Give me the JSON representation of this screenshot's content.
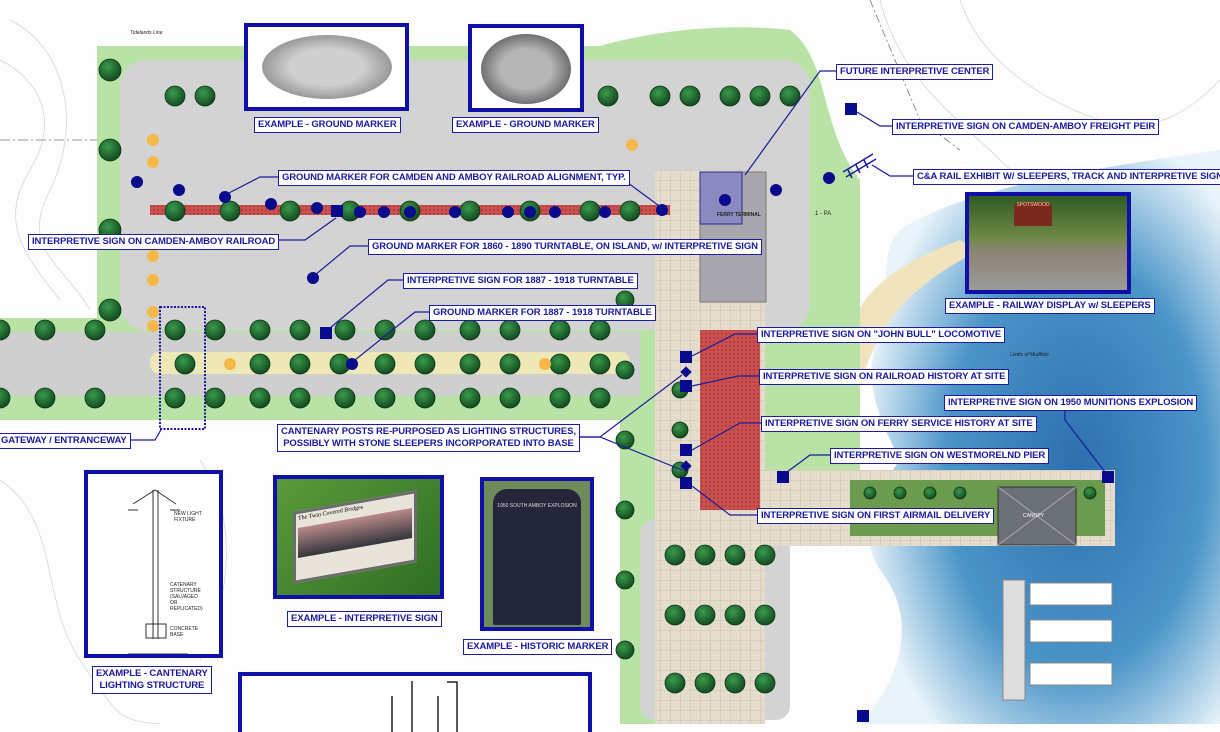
{
  "labels": {
    "ground_marker_example_1": "EXAMPLE - GROUND MARKER",
    "ground_marker_example_2": "EXAMPLE - GROUND MARKER",
    "camden_amboy_alignment": "GROUND MARKER FOR CAMDEN AND AMBOY RAILROAD ALIGNMENT, TYP.",
    "sign_camden_amboy_railroad": "INTERPRETIVE SIGN ON CAMDEN-AMBOY RAILROAD",
    "marker_1860_turntable": "GROUND MARKER FOR 1860 - 1890 TURNTABLE, ON ISLAND, w/ INTERPRETIVE SIGN",
    "sign_1887_turntable": "INTERPRETIVE SIGN FOR 1887 - 1918 TURNTABLE",
    "marker_1887_turntable": "GROUND MARKER FOR 1887 - 1918 TURNTABLE",
    "gateway": "GATEWAY / ENTRANCEWAY",
    "cantenary_posts_line1": "CANTENARY POSTS RE-PURPOSED AS LIGHTING STRUCTURES,",
    "cantenary_posts_line2": "POSSIBLY WITH STONE SLEEPERS INCORPORATED INTO BASE",
    "future_center": "FUTURE INTERPRETIVE CENTER",
    "freight_peir": "INTERPRETIVE SIGN ON CAMDEN-AMBOY FREIGHT PEIR",
    "rail_exhibit": "C&A RAIL EXHIBIT W/ SLEEPERS, TRACK AND INTERPRETIVE SIGNAGE",
    "railway_display_example": "EXAMPLE - RAILWAY DISPLAY w/ SLEEPERS",
    "john_bull": "INTERPRETIVE SIGN ON \"JOHN BULL\" LOCOMOTIVE",
    "railroad_history": "INTERPRETIVE SIGN ON RAILROAD HISTORY AT SITE",
    "munitions_explosion": "INTERPRETIVE SIGN ON 1950 MUNITIONS EXPLOSION",
    "ferry_history": "INTERPRETIVE SIGN ON FERRY SERVICE HISTORY AT SITE",
    "westmorelnd_pier": "INTERPRETIVE SIGN ON WESTMORELND PIER",
    "airmail": "INTERPRETIVE SIGN ON FIRST AIRMAIL DELIVERY",
    "interpretive_sign_example": "EXAMPLE - INTERPRETIVE SIGN",
    "historic_marker_example": "EXAMPLE - HISTORIC MARKER",
    "cantenary_example_line1": "EXAMPLE - CANTENARY",
    "cantenary_example_line2": "LIGHTING  STRUCTURE"
  },
  "plan_text": {
    "ferry_terminal": "FERRY TERMINAL",
    "canopy": "CANOPY",
    "pa": "1 - PA",
    "tidelands_line": "Tidelands Line",
    "limits_of_mudflats": "Limits of Mudflats"
  },
  "photos": {
    "interpretive_sign_title": "The Twin Covered Bridges",
    "historic_marker_title": "1950 SOUTH AMBOY EXPLOSION",
    "railway_sign_text": "SPOTSWOOD",
    "light_fixture_note": "NEW LIGHT FIXTURE",
    "catenary_note": "CATENARY STRUCTURE (SALVAGED OR REPLICATED)",
    "base_note": "CONCRETE BASE"
  },
  "colors": {
    "label_blue": "#1a1aa0",
    "marker_blue": "#0a0a8c",
    "lawn": "#b9e3a6",
    "pavement": "#d3d3d3",
    "water": "#3f86c0",
    "tree": "#1f6b30",
    "brick": "#c9504e"
  }
}
